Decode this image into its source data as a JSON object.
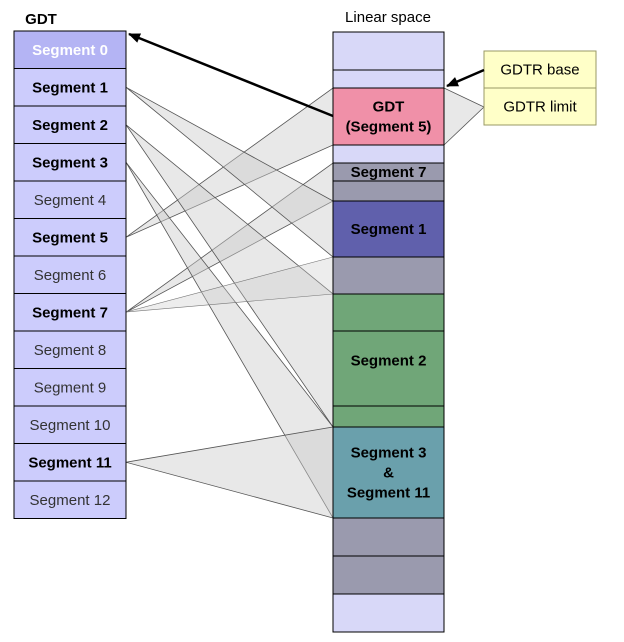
{
  "gdt": {
    "title": "GDT",
    "entries": [
      {
        "label": "Segment 0",
        "style": "first"
      },
      {
        "label": "Segment 1",
        "style": "bold"
      },
      {
        "label": "Segment 2",
        "style": "bold"
      },
      {
        "label": "Segment 3",
        "style": "bold"
      },
      {
        "label": "Segment 4",
        "style": "normal"
      },
      {
        "label": "Segment 5",
        "style": "bold"
      },
      {
        "label": "Segment 6",
        "style": "normal"
      },
      {
        "label": "Segment 7",
        "style": "bold"
      },
      {
        "label": "Segment 8",
        "style": "normal"
      },
      {
        "label": "Segment 9",
        "style": "normal"
      },
      {
        "label": "Segment 10",
        "style": "normal"
      },
      {
        "label": "Segment 11",
        "style": "bold"
      },
      {
        "label": "Segment 12",
        "style": "normal"
      }
    ]
  },
  "linear": {
    "title": "Linear space",
    "blocks": [
      {
        "lines": [],
        "color": "#d8d8f8"
      },
      {
        "lines": [],
        "color": "#d8d8f8"
      },
      {
        "lines": [
          "GDT",
          "(Segment 5)"
        ],
        "color": "#f090a8"
      },
      {
        "lines": [],
        "color": "#d8d8f8"
      },
      {
        "lines": [
          "Segment 7"
        ],
        "color": "#9a9aae"
      },
      {
        "lines": [],
        "color": "#9a9aae"
      },
      {
        "lines": [
          "Segment 1"
        ],
        "color": "#6060ac"
      },
      {
        "lines": [],
        "color": "#9a9aae"
      },
      {
        "lines": [
          "Segment 2"
        ],
        "color": "#70a678"
      },
      {
        "lines": [
          "Segment 3",
          "&",
          "Segment 11"
        ],
        "color": "#6aa0ac"
      },
      {
        "lines": [],
        "color": "#9a9aae"
      },
      {
        "lines": [],
        "color": "#9a9aae"
      },
      {
        "lines": [],
        "color": "#d8d8f8"
      }
    ]
  },
  "registers": [
    {
      "label": "GDTR base"
    },
    {
      "label": "GDTR limit"
    }
  ],
  "colors": {
    "gdt_fill": "#ccccfc",
    "register_fill": "#ffffc8",
    "shade_fill": "#cccccc",
    "edge": "#000000"
  }
}
